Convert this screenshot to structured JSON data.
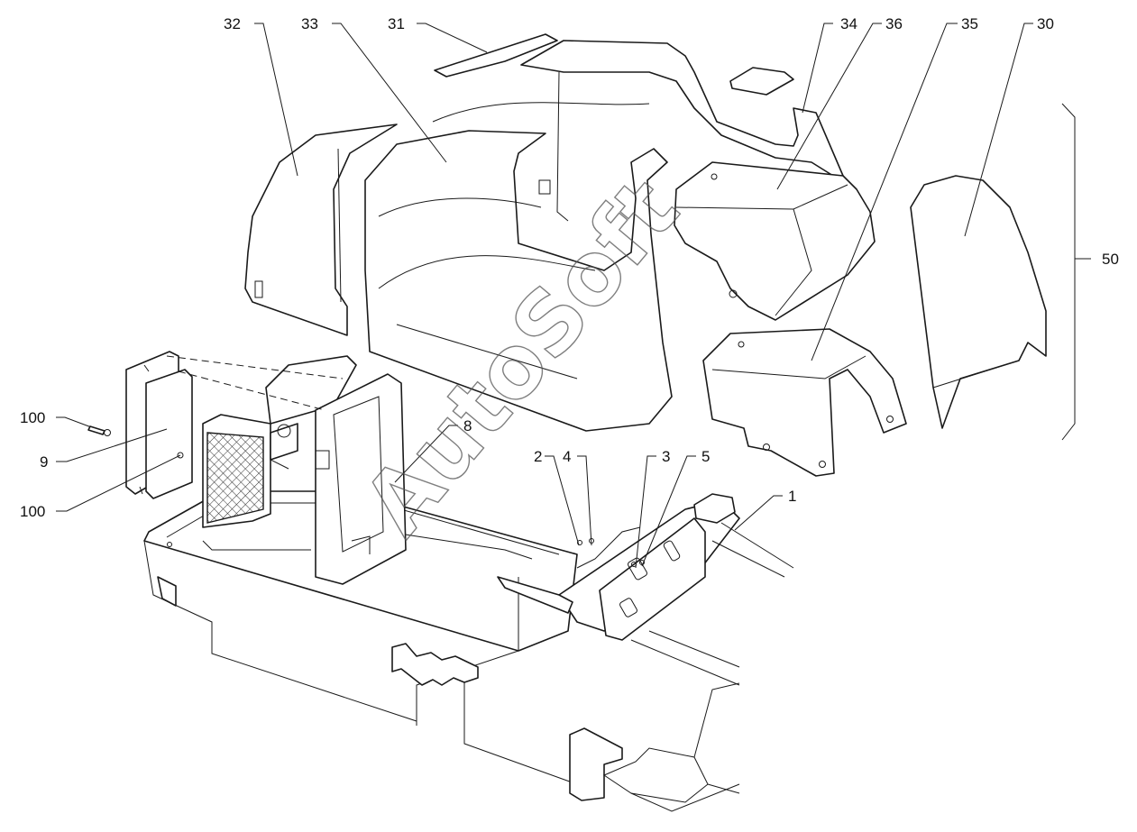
{
  "watermark": "AutoSoft",
  "callouts": [
    {
      "id": "c32",
      "label": "32"
    },
    {
      "id": "c33",
      "label": "33"
    },
    {
      "id": "c31",
      "label": "31"
    },
    {
      "id": "c34",
      "label": "34"
    },
    {
      "id": "c36",
      "label": "36"
    },
    {
      "id": "c35",
      "label": "35"
    },
    {
      "id": "c30",
      "label": "30"
    },
    {
      "id": "c50",
      "label": "50"
    },
    {
      "id": "c100a",
      "label": "100"
    },
    {
      "id": "c9",
      "label": "9"
    },
    {
      "id": "c100b",
      "label": "100"
    },
    {
      "id": "c8",
      "label": "8"
    },
    {
      "id": "c2",
      "label": "2"
    },
    {
      "id": "c4",
      "label": "4"
    },
    {
      "id": "c3",
      "label": "3"
    },
    {
      "id": "c5",
      "label": "5"
    },
    {
      "id": "c1",
      "label": "1"
    }
  ]
}
